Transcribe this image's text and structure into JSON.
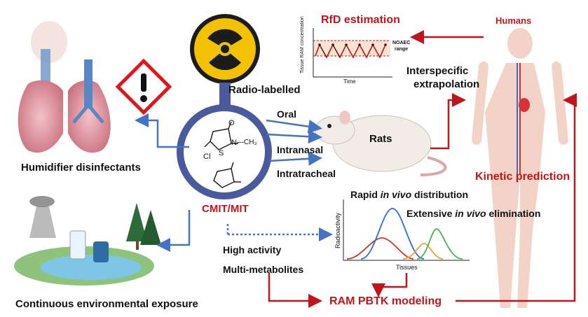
{
  "labels": {
    "humidifier": "Humidifier disinfectants",
    "continuous": "Continuous environmental exposure",
    "radio": "Radio-labelled",
    "cmit": "CMIT/MIT",
    "oral": "Oral",
    "intranasal": "Intranasal",
    "intratracheal": "Intratracheal",
    "rats": "Rats",
    "high_activity": "High activity",
    "multi_metabolites": "Multi-metabolites",
    "rapid_prefix": "Rapid ",
    "rapid_italic": "in vivo",
    "rapid_suffix": " distribution",
    "extensive_prefix": "Extensive ",
    "extensive_italic": "in vivo",
    "extensive_suffix": " elimination",
    "rfd": "RfD estimation",
    "humans": "Humans",
    "interspecific_1": "Interspecific",
    "interspecific_2": "extrapolation",
    "kinetic": "Kinetic prediction",
    "pbtk": "RAM PBTK modeling",
    "chem_cl": "Cl",
    "chem_o": "O",
    "chem_s": "S",
    "chem_n": "N",
    "chem_ch3": "—CH₃"
  },
  "rfd_chart": {
    "ylabel": "Tissue RAM concentration",
    "xlabel": "Time",
    "band_label_1": "NOAEC",
    "band_label_2": "range"
  },
  "dist_chart": {
    "ylabel": "Radioactivity",
    "xlabel": "Tissues"
  },
  "colors": {
    "arrow_blue": "#4472c4",
    "arrow_red": "#c0161b",
    "circle_border": "#4a5a9c",
    "curve_red": "#c0392b",
    "curve_blue": "#2f6ec9",
    "curve_orange": "#e6a23c",
    "curve_green": "#4caf50"
  },
  "icons": [
    "radiation-icon",
    "hazard-warning-icon",
    "lungs-icon",
    "environment-scene-icon",
    "rat-icon",
    "human-body-icon"
  ]
}
